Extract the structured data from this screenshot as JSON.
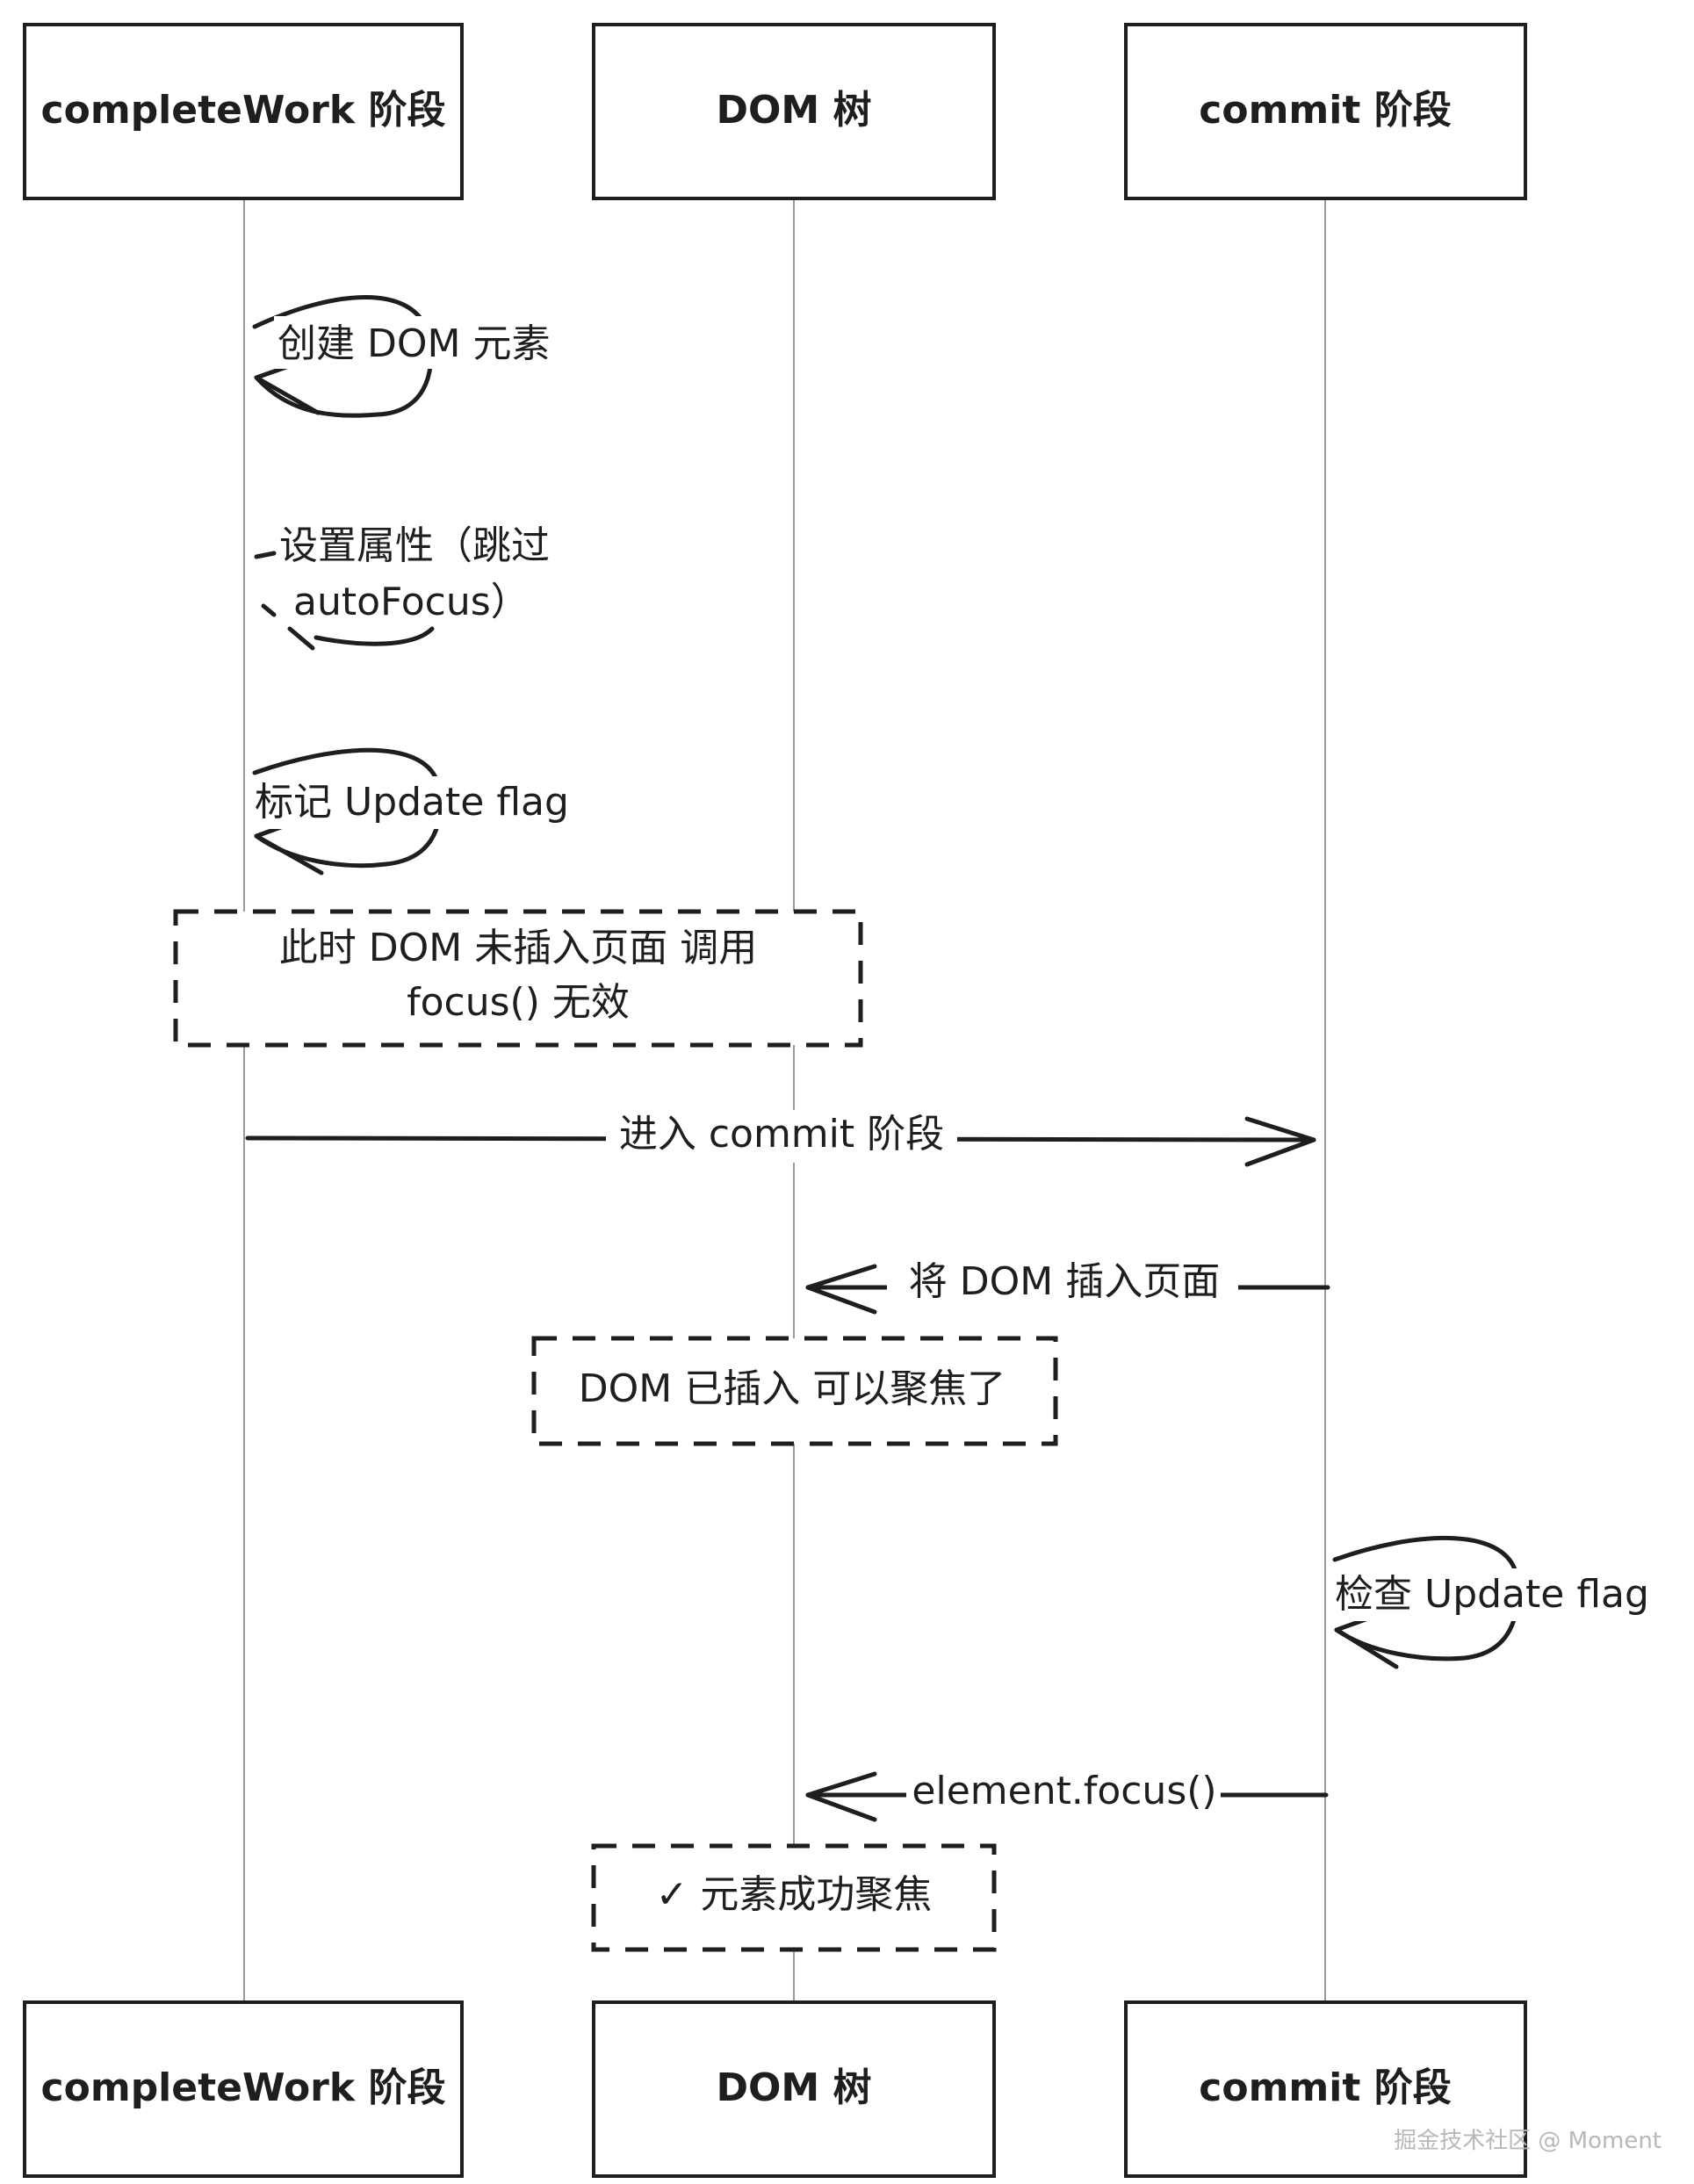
{
  "participants": [
    {
      "id": "cw",
      "label": "completeWork 阶段"
    },
    {
      "id": "dom",
      "label": "DOM 树"
    },
    {
      "id": "commit",
      "label": "commit 阶段"
    }
  ],
  "messages": {
    "create_dom": "创建 DOM 元素",
    "set_attr_1": "设置属性（跳过",
    "set_attr_2": "autoFocus）",
    "mark_update": "标记 Update flag",
    "enter_commit": "进入 commit 阶段",
    "insert_dom": "将 DOM 插入页面",
    "check_update": "检查 Update flag",
    "focus_call": "element.focus()"
  },
  "notes": {
    "not_inserted_1": "此时 DOM 未插入页面 调用",
    "not_inserted_2": "focus() 无效",
    "inserted": "DOM 已插入 可以聚焦了",
    "success": "✓ 元素成功聚焦"
  },
  "watermark": "掘金技术社区 @ Moment",
  "colors": {
    "ink": "#1e1e1e",
    "lifeline": "#9a9a9a",
    "watermark": "#b8b8b8"
  }
}
